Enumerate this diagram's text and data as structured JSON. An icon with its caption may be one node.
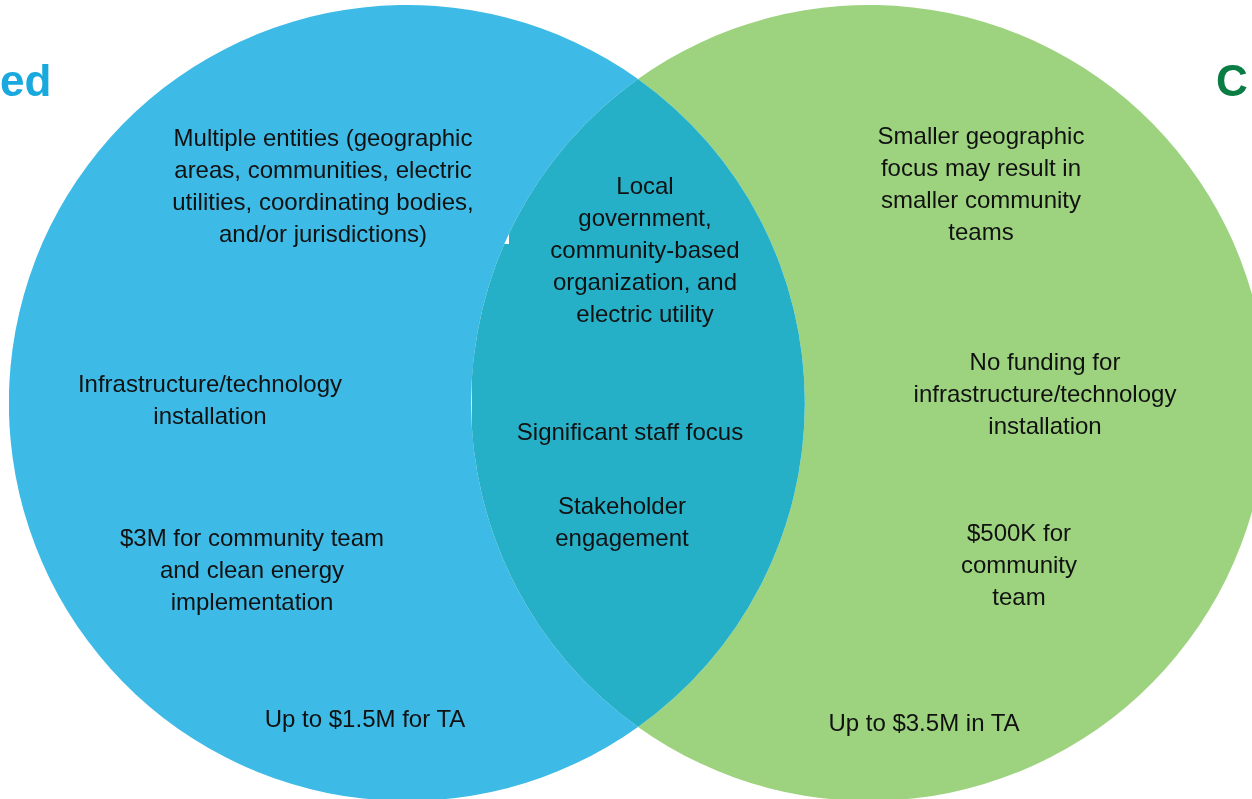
{
  "diagram": {
    "nodes": [
      {
        "text": [
          "Multiple entities (geographic areas, communities, electric utilities, coordinating bodies, and/or jurisdictions)",
          "Infrastructure/technology installation",
          "$3M for community team and clean energy implementation",
          "Up to $1.5M for TA"
        ]
      },
      {
        "text": [
          "Smaller geographic focus may result in smaller community teams",
          "No funding for infrastructure/technology installation",
          "$500K for community team",
          "Up to $3.5M in TA"
        ]
      },
      {
        "text": [
          "Local government, community-based organization, and electric utility",
          "Significant staff focus",
          "Stakeholder engagement"
        ]
      }
    ],
    "labels": [
      "ed",
      "C"
    ]
  }
}
